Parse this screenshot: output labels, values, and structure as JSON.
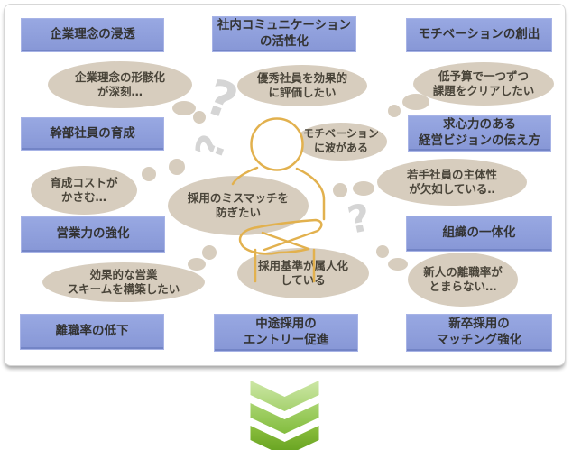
{
  "diagram": {
    "topic_boxes": [
      {
        "line1": "企業理念の浸透"
      },
      {
        "line1": "社内コミュニケーション",
        "line2": "の活性化"
      },
      {
        "line1": "モチベーションの創出"
      },
      {
        "line1": "幹部社員の育成"
      },
      {
        "line1": "求心力のある",
        "line2": "経営ビジョンの伝え方"
      },
      {
        "line1": "営業力の強化"
      },
      {
        "line1": "組織の一体化"
      },
      {
        "line1": "離職率の低下"
      },
      {
        "line1": "中途採用の",
        "line2": "エントリー促進"
      },
      {
        "line1": "新卒採用の",
        "line2": "マッチング強化"
      }
    ],
    "thought_bubbles": [
      {
        "line1": "企業理念の形骸化",
        "line2": "が深刻…"
      },
      {
        "line1": "優秀社員を効果的",
        "line2": "に評価したい"
      },
      {
        "line1": "低予算で一つずつ",
        "line2": "課題をクリアしたい"
      },
      {
        "line1": "育成コストが",
        "line2": "かさむ…"
      },
      {
        "line1": "モチベーション",
        "line2": "に波がある"
      },
      {
        "line1": "採用のミスマッチを",
        "line2": "防ぎたい"
      },
      {
        "line1": "若手社員の主体性",
        "line2": "が欠如している‥"
      },
      {
        "line1": "効果的な営業",
        "line2": "スキームを構築したい"
      },
      {
        "line1": "採用基準が属人化",
        "line2": "している"
      },
      {
        "line1": "新人の離職率が",
        "line2": "とまらない…"
      }
    ],
    "question_mark": "?",
    "colors": {
      "topic_box_fill": "#8e9edb",
      "topic_box_border": "#a7b3e6",
      "bubble_fill": "#d7cdbe",
      "person_outline": "#e2b14e",
      "question_mark_gray": "#d5d5d5",
      "arrow_green_light": "#b9dd8e",
      "arrow_green_mid": "#97c858",
      "arrow_green_dark": "#79b22f"
    }
  }
}
